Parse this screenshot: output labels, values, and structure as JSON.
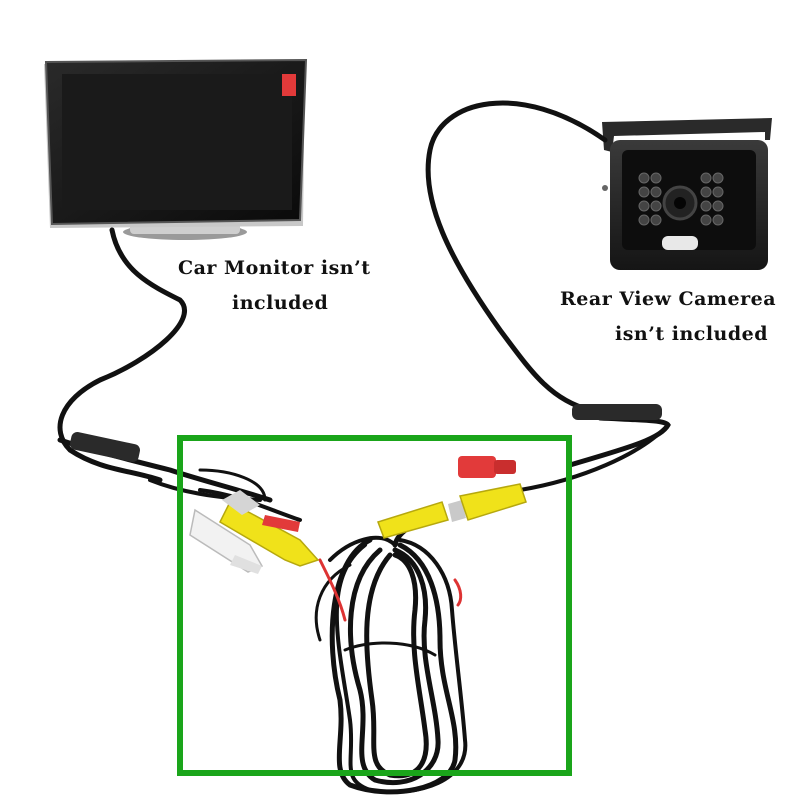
{
  "captions": {
    "monitor_line1": "Car Monitor isn’t",
    "monitor_line2": "included",
    "camera_line1": "Rear View Camerea",
    "camera_line2": "isn’t included"
  },
  "colors": {
    "highlight_box": "#1aa51a",
    "cable": "#111111",
    "rca_yellow": "#f0e21a",
    "connector_red": "#e23a3a",
    "rca_white": "#f2f2f2"
  }
}
